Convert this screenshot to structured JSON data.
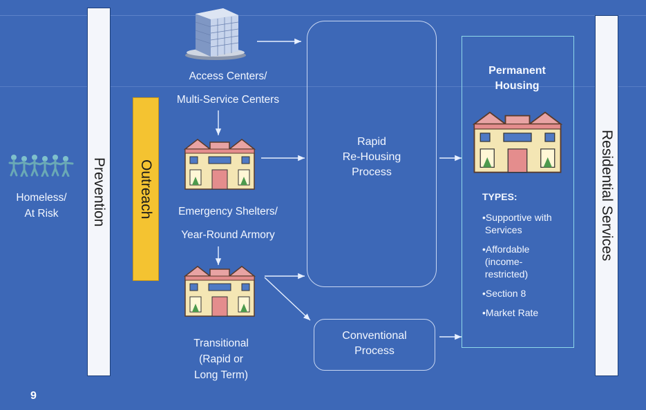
{
  "slide": {
    "page_number": "9"
  },
  "nodes": {
    "homeless": "Homeless/\nAt Risk",
    "prevention": "Prevention",
    "outreach": "Outreach",
    "access_centers_line1": "Access Centers/",
    "access_centers_line2": "Multi-Service Centers",
    "emergency_line1": "Emergency Shelters/",
    "emergency_line2": "Year-Round Armory",
    "transitional": "Transitional\n(Rapid or\nLong Term)",
    "rapid_rehousing": "Rapid\nRe-Housing\nProcess",
    "conventional": "Conventional\nProcess",
    "permanent_housing": "Permanent\nHousing",
    "residential_services": "Residential Services"
  },
  "types": {
    "title": "TYPES:",
    "items": [
      "•Supportive with\n Services",
      "•Affordable\n (income-\n restricted)",
      "•Section 8",
      "•Market Rate"
    ]
  },
  "icons": {
    "people": "people-chain-icon",
    "office": "office-building-icon",
    "house": "house-building-icon"
  },
  "colors": {
    "background": "#3d68b7",
    "outreach": "#f4c331",
    "bar": "#f4f6fb",
    "arrow": "#e8f0ff"
  }
}
